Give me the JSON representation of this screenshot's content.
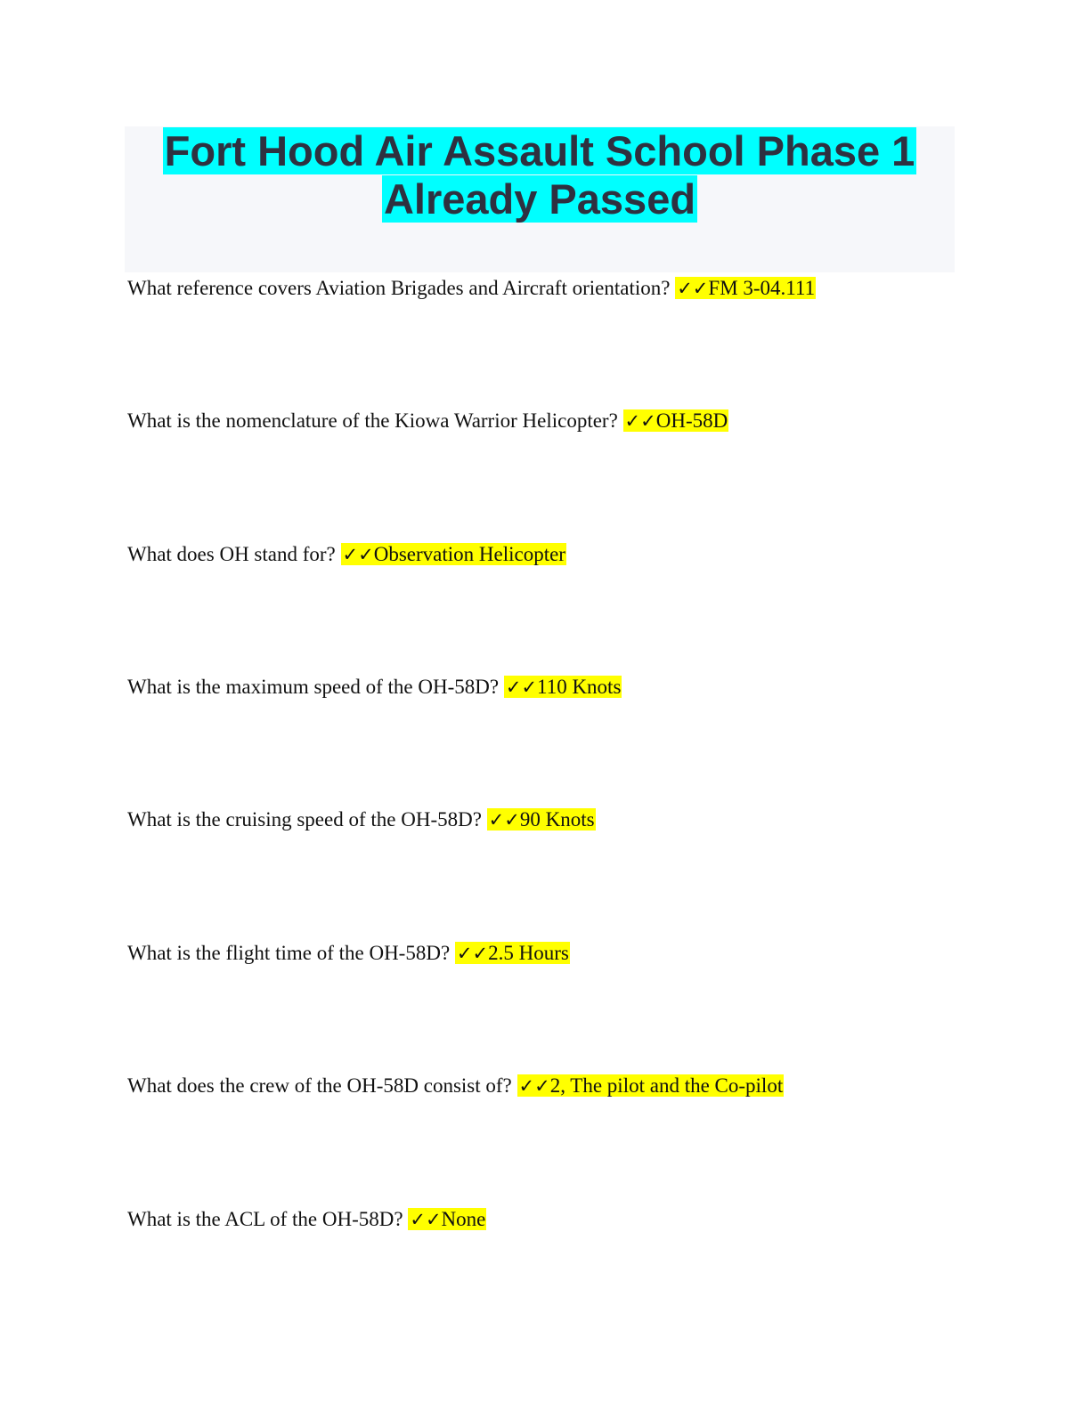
{
  "document": {
    "title_line1": "Fort Hood Air Assault School Phase 1",
    "title_line2": "Already Passed",
    "check_mark": "✓✓",
    "items": [
      {
        "question": "What reference covers Aviation Brigades and Aircraft orientation?",
        "answer": "FM 3-04.111"
      },
      {
        "question": "What is the nomenclature of the Kiowa Warrior Helicopter?",
        "answer": "OH-58D"
      },
      {
        "question": "What does OH stand for?",
        "answer": "Observation Helicopter"
      },
      {
        "question": "What is the maximum speed of the OH-58D?",
        "answer": "110 Knots"
      },
      {
        "question": "What is the cruising speed of the OH-58D?",
        "answer": "90 Knots"
      },
      {
        "question": "What is the flight time of the OH-58D?",
        "answer": "2.5 Hours"
      },
      {
        "question": "What does the crew of the OH-58D consist of?",
        "answer": "2, The pilot and the Co-pilot"
      },
      {
        "question": "What is the ACL of the OH-58D?",
        "answer": "None"
      }
    ]
  },
  "colors": {
    "title_highlight": "#00ffff",
    "answer_highlight": "#ffff00",
    "title_text": "#2e3140"
  }
}
